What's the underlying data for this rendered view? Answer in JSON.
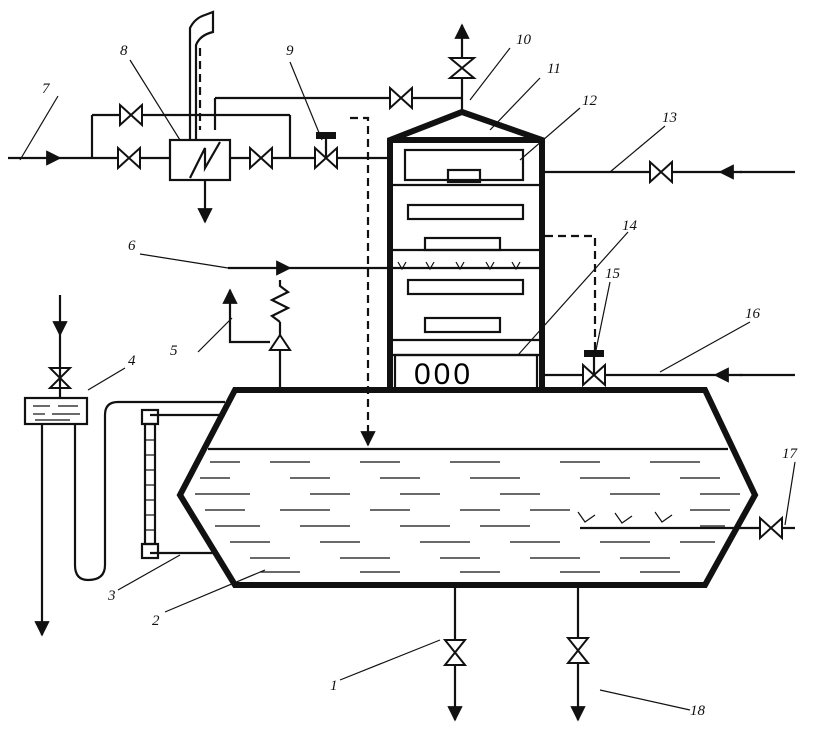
{
  "diagram": {
    "labels": {
      "n1": "1",
      "n2": "2",
      "n3": "3",
      "n4": "4",
      "n5": "5",
      "n6": "6",
      "n7": "7",
      "n8": "8",
      "n9": "9",
      "n10": "10",
      "n11": "11",
      "n12": "12",
      "n13": "13",
      "n14": "14",
      "n15": "15",
      "n16": "16",
      "n17": "17",
      "n18": "18"
    },
    "tray_marks": "000"
  }
}
